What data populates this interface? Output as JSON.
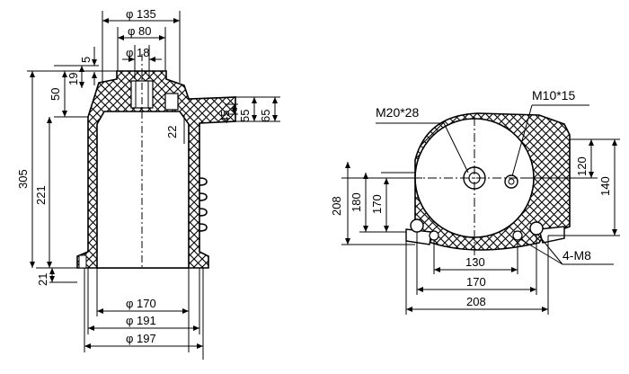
{
  "side_view": {
    "dims": {
      "d135": "φ 135",
      "d80": "φ 80",
      "d18": "φ 18",
      "d5": "5",
      "d19": "19",
      "d50": "50",
      "d305": "305",
      "d221": "221",
      "d21": "21",
      "d45": "45",
      "d55": "55",
      "d65": "65",
      "d22": "22",
      "d170": "φ 170",
      "d191": "φ 191",
      "d197": "φ 197"
    }
  },
  "top_view": {
    "callouts": {
      "m20": "M20*28",
      "m10": "M10*15",
      "m8": "4-M8"
    },
    "dims": {
      "d120": "120",
      "d140": "140",
      "d208v": "208",
      "d180": "180",
      "d170v": "170",
      "d130": "130",
      "d170h": "170",
      "d208h": "208"
    }
  },
  "colors": {
    "line": "#000000",
    "background": "#ffffff"
  }
}
